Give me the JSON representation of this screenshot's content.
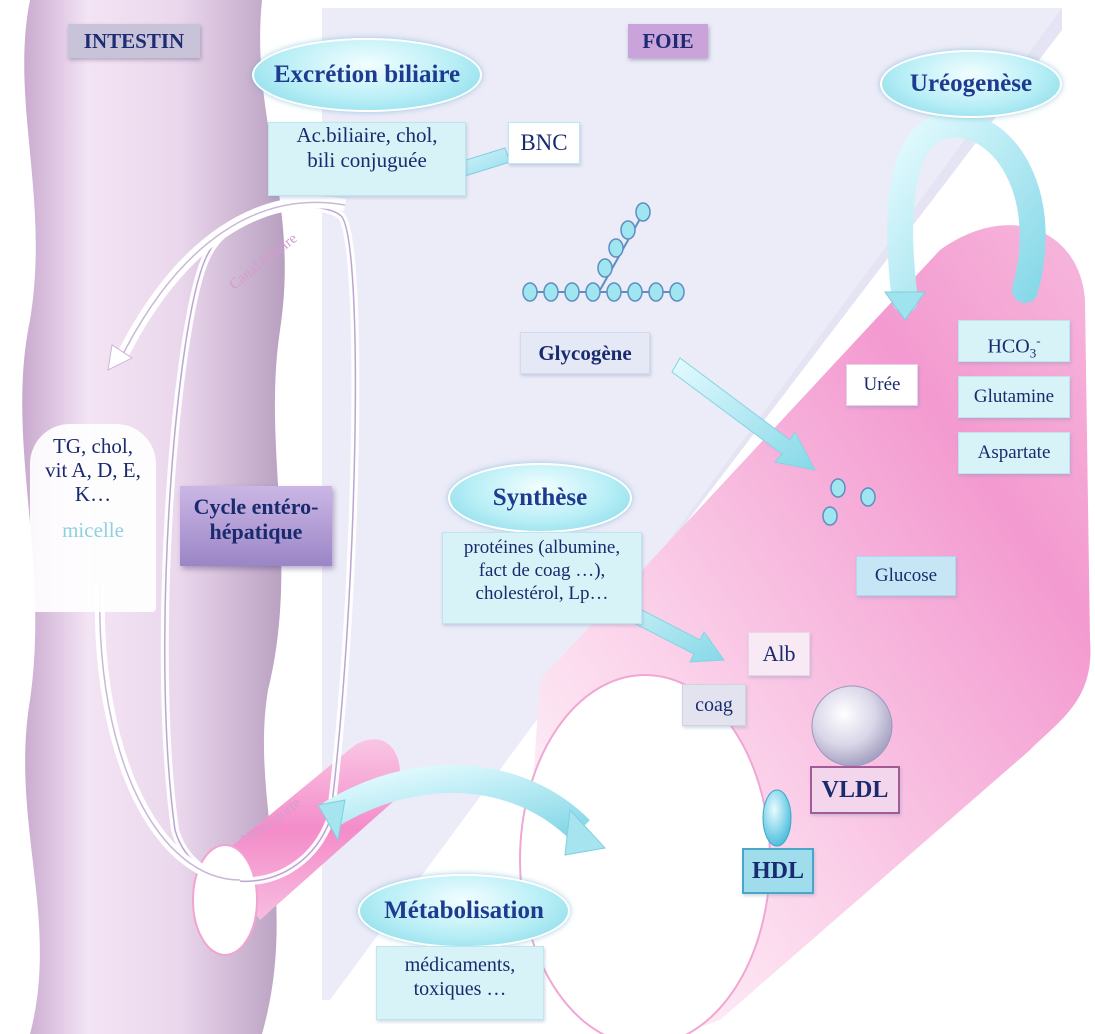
{
  "regions": {
    "intestin": "INTESTIN",
    "foie": "FOIE"
  },
  "excretion": {
    "title": "Excrétion biliaire",
    "line1": "Ac.biliaire, chol,",
    "line2": "bili conjuguée",
    "bnc": "BNC"
  },
  "canal": "Canal biliaire",
  "veine": "Veine porte",
  "intestin_box": {
    "line1": "TG, chol,",
    "line2": "vit A, D, E,",
    "line3": "K…",
    "micelle": "micelle"
  },
  "cycle": {
    "line1": "Cycle entéro-",
    "line2": "hépatique"
  },
  "glycogene": "Glycogène",
  "synthese": {
    "title": "Synthèse",
    "line1": "protéines (albumine,",
    "line2": "fact de coag …),",
    "line3": "cholestérol, Lp…"
  },
  "ureogenese": {
    "title": "Uréogenèse",
    "uree": "Urée"
  },
  "hco3": {
    "main": "HCO",
    "sub": "3",
    "sup": "-"
  },
  "glutamine": "Glutamine",
  "aspartate": "Aspartate",
  "glucose": "Glucose",
  "alb": "Alb",
  "coag": "coag",
  "vldl": "VLDL",
  "hdl": "HDL",
  "metabolisation": {
    "title": "Métabolisation",
    "line1": "médicaments,",
    "line2": "toxiques …"
  },
  "colors": {
    "intestine": "#ead3ec",
    "liver_panel": "#e8e8f7",
    "vessel_pink": "#f6a9d5",
    "cyan": "#9fe3ee",
    "label_blue": "#1a2a6e"
  }
}
